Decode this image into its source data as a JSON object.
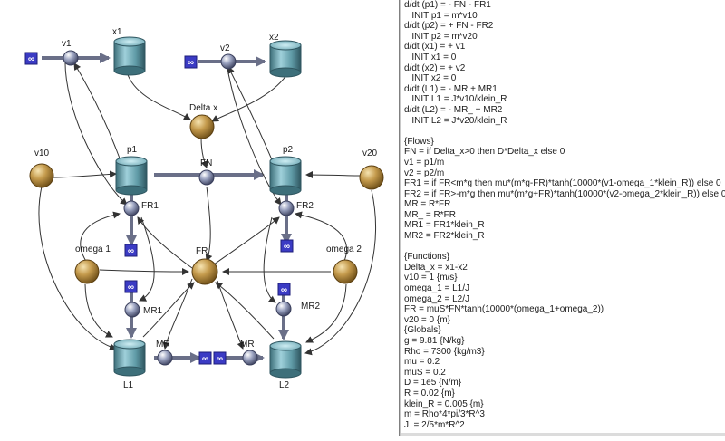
{
  "diagram": {
    "labels": {
      "v1": "v1",
      "x1": "x1",
      "v2": "v2",
      "x2": "x2",
      "delta_x": "Delta x",
      "v10": "v10",
      "p1": "p1",
      "fn": "FN",
      "p2": "p2",
      "v20": "v20",
      "fr1": "FR1",
      "fr2": "FR2",
      "omega1": "omega 1",
      "fr": "FR",
      "omega2": "omega 2",
      "mr1": "MR1",
      "mr2": "MR2",
      "mr_left": "MR",
      "mr_right": "MR",
      "l1": "L1",
      "l2": "L2"
    },
    "cloud_symbol": "∞",
    "colors": {
      "tank": "#5f9aa6",
      "converter": "#c49a4c",
      "flow_valve": "#8088a8",
      "cloud": "#3b3bc4",
      "link": "#333333"
    }
  },
  "equations": [
    "d/dt (p1) = - FN - FR1",
    "   INIT p1 = m*v10",
    "d/dt (p2) = + FN - FR2",
    "   INIT p2 = m*v20",
    "d/dt (x1) = + v1",
    "   INIT x1 = 0",
    "d/dt (x2) = + v2",
    "   INIT x2 = 0",
    "d/dt (L1) = - MR + MR1",
    "   INIT L1 = J*v10/klein_R",
    "d/dt (L2) = - MR_ + MR2",
    "   INIT L2 = J*v20/klein_R",
    "",
    "{Flows}",
    "FN = if Delta_x>0 then D*Delta_x else 0",
    "v1 = p1/m",
    "v2 = p2/m",
    "FR1 = if FR<m*g then mu*(m*g-FR)*tanh(10000*(v1-omega_1*klein_R)) else 0",
    "FR2 = if FR>-m*g then mu*(m*g+FR)*tanh(10000*(v2-omega_2*klein_R)) else 0",
    "MR = R*FR",
    "MR_ = R*FR",
    "MR1 = FR1*klein_R",
    "MR2 = FR2*klein_R",
    "",
    "{Functions}",
    "Delta_x = x1-x2",
    "v10 = 1 {m/s}",
    "omega_1 = L1/J",
    "omega_2 = L2/J",
    "FR = muS*FN*tanh(10000*(omega_1+omega_2))",
    "v20 = 0 {m}",
    "{Globals}",
    "g = 9.81 {N/kg}",
    "Rho = 7300 {kg/m3}",
    "mu = 0.2",
    "muS = 0.2",
    "D = 1e5 {N/m}",
    "R = 0.02 {m}",
    "klein_R = 0.005 {m}",
    "m = Rho*4*pi/3*R^3",
    "J  = 2/5*m*R^2"
  ]
}
